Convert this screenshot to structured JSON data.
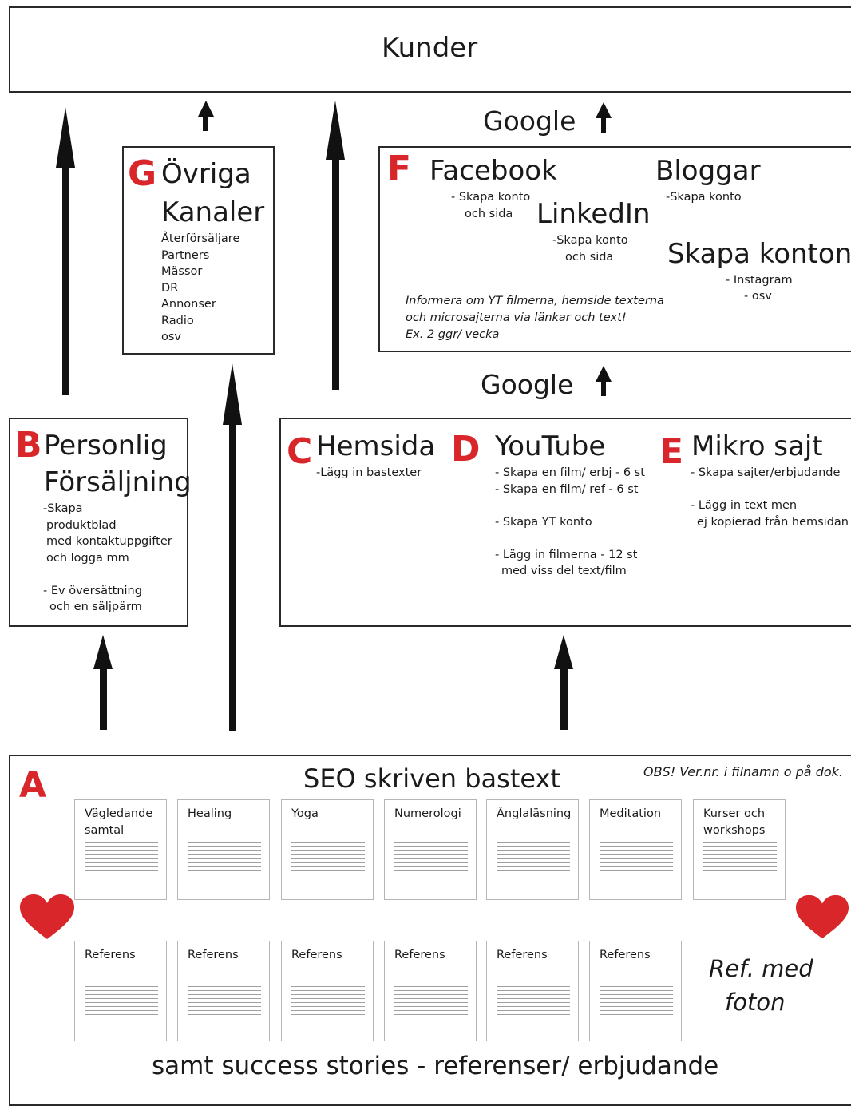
{
  "top": {
    "title": "Kunder"
  },
  "google_labels": [
    "Google",
    "Google"
  ],
  "G": {
    "letter": "G",
    "title_1": "Övriga",
    "title_2": "Kanaler",
    "items": [
      "Återförsäljare",
      "Partners",
      "Mässor",
      "DR",
      "Annonser",
      "Radio",
      "osv"
    ]
  },
  "F": {
    "letter": "F",
    "facebook": {
      "title": "Facebook",
      "line_1": "- Skapa konto",
      "line_2": "och sida"
    },
    "linkedin": {
      "title": "LinkedIn",
      "line_1": "-Skapa konto",
      "line_2": "och sida"
    },
    "bloggar": {
      "title": "Bloggar",
      "line_1": "-Skapa konto"
    },
    "skapa": {
      "title": "Skapa konton?",
      "line_1": "- Instagram",
      "line_2": "- osv"
    },
    "note_1": "Informera om YT filmerna, hemside texterna",
    "note_2": "och microsajterna via länkar och text!",
    "note_3": "Ex. 2 ggr/ vecka"
  },
  "B": {
    "letter": "B",
    "title_1": "Personlig",
    "title_2": "Försäljning",
    "lines": [
      "-Skapa",
      "produktblad",
      "med kontaktuppgifter",
      "och logga mm",
      "",
      "- Ev översättning",
      "och en säljpärm"
    ]
  },
  "C": {
    "letter": "C",
    "title": "Hemsida",
    "line_1": "-Lägg in bastexter"
  },
  "D": {
    "letter": "D",
    "title": "YouTube",
    "lines": [
      "- Skapa en film/ erbj - 6 st",
      "- Skapa en film/ ref - 6 st",
      "",
      "- Skapa YT konto",
      "",
      "- Lägg in filmerna - 12 st",
      "med viss del text/film"
    ]
  },
  "E": {
    "letter": "E",
    "title": "Mikro sajt",
    "lines": [
      "- Skapa sajter/erbjudande",
      "",
      "- Lägg in text men",
      "ej kopierad från hemsidan"
    ]
  },
  "A": {
    "letter": "A",
    "title": "SEO skriven bastext",
    "obs": "OBS! Ver.nr. i filnamn o på dok.",
    "docs": [
      "Vägledande samtal",
      "Healing",
      "Yoga",
      "Numerologi",
      "Änglaläsning",
      "Meditation",
      "Kurser och workshops"
    ],
    "ref_label": "Referens",
    "ref_note_1": "Ref. med",
    "ref_note_2": "foton",
    "footer": "samt success stories - referenser/ erbjudande"
  },
  "colors": {
    "accent": "#d8262b",
    "border": "#2a2a2a",
    "heart": "#d8262b"
  }
}
